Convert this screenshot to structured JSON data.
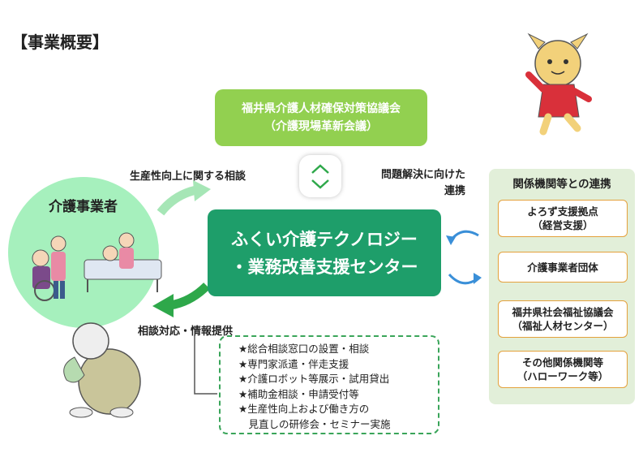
{
  "title": "【事業概要】",
  "council": {
    "line1": "福井県介護人材確保対策協議会",
    "line2": "（介護現場革新会議）"
  },
  "center": {
    "line1": "ふくい介護テクノロジー",
    "line2": "・業務改善支援センター"
  },
  "operators": {
    "label": "介護事業者"
  },
  "arrows": {
    "consult": "生産性向上に関する相談",
    "problem_line1": "問題解決に向けた",
    "problem_line2": "連携",
    "provide": "相談対応・情報提供"
  },
  "services": [
    "★総合相談窓口の設置・相談",
    "★専門家派遣・伴走支援",
    "★介護ロボット等展示・試用貸出",
    "★補助金相談・申請受付等",
    "★生産性向上および働き方の",
    "　見直しの研修会・セミナー実施"
  ],
  "partners": {
    "title": "関係機関等との連携",
    "orgs": [
      {
        "line1": "よろず支援拠点",
        "line2": "（経営支援）"
      },
      {
        "line1": "介護事業者団体",
        "line2": ""
      },
      {
        "line1": "福井県社会福祉協議会",
        "line2": "（福祉人材センター）"
      },
      {
        "line1": "その他関係機関等",
        "line2": "（ハローワーク等）"
      }
    ]
  },
  "colors": {
    "council": "#92d050",
    "center": "#1e9e6a",
    "operators_bg": "#a6f0bd",
    "panel_bg": "#e2efd9",
    "org_border": "#e4a13c",
    "arrow_green": "#2ea84a",
    "arrow_blue": "#3a8fd8"
  }
}
